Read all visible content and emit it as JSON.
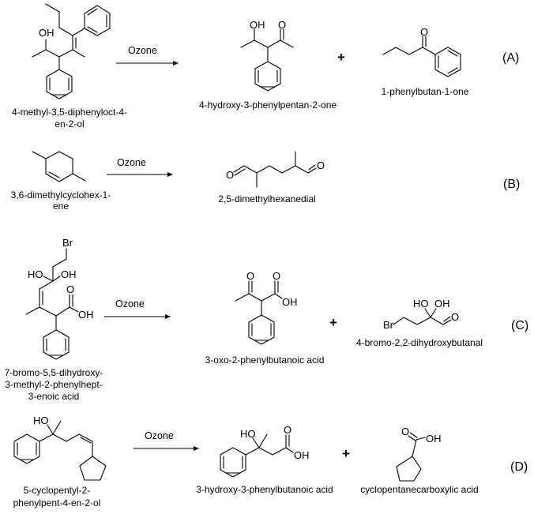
{
  "reactions": [
    {
      "label": "(A)",
      "reagent": "Ozone",
      "reactant": {
        "name_lines": [
          "4-methyl-3,5-diphenyloct-4-",
          "en-2-ol"
        ],
        "atoms": {
          "oh": "OH"
        }
      },
      "products": [
        {
          "name": "4-hydroxy-3-phenylpentan-2-one",
          "atoms": {
            "oh": "OH",
            "o": "O"
          }
        },
        {
          "name": "1-phenylbutan-1-one",
          "atoms": {
            "o": "O"
          }
        }
      ],
      "plus": "+"
    },
    {
      "label": "(B)",
      "reagent": "Ozone",
      "reactant": {
        "name_lines": [
          "3,6-dimethylcyclohex-1-",
          "ene"
        ]
      },
      "products": [
        {
          "name": "2,5-dimethylhexanedial",
          "atoms": {
            "o1": "O",
            "o2": "O"
          }
        }
      ]
    },
    {
      "label": "(C)",
      "reagent": "Ozone",
      "reactant": {
        "name_lines": [
          "7-bromo-5,5-dihydroxy-",
          "3-methyl-2-phenylhept-",
          "3-enoic acid"
        ],
        "atoms": {
          "br": "Br",
          "ho": "HO",
          "oh": "OH",
          "o": "O",
          "oh2": "OH"
        }
      },
      "products": [
        {
          "name": "3-oxo-2-phenylbutanoic acid",
          "atoms": {
            "o1": "O",
            "o2": "O",
            "oh": "OH"
          }
        },
        {
          "name": "4-bromo-2,2-dihydroxybutanal",
          "atoms": {
            "br": "Br",
            "ho": "HO",
            "oh": "OH",
            "o": "O"
          }
        }
      ],
      "plus": "+"
    },
    {
      "label": "(D)",
      "reagent": "Ozone",
      "reactant": {
        "name_lines": [
          "5-cyclopentyl-2-",
          "phenylpent-4-en-2-ol"
        ],
        "atoms": {
          "ho": "HO"
        }
      },
      "products": [
        {
          "name": "3-hydroxy-3-phenylbutanoic acid",
          "atoms": {
            "ho": "HO",
            "o": "O",
            "oh": "OH"
          }
        },
        {
          "name": "cyclopentanecarboxylic acid",
          "atoms": {
            "o": "O",
            "oh": "OH"
          }
        }
      ],
      "plus": "+"
    }
  ]
}
